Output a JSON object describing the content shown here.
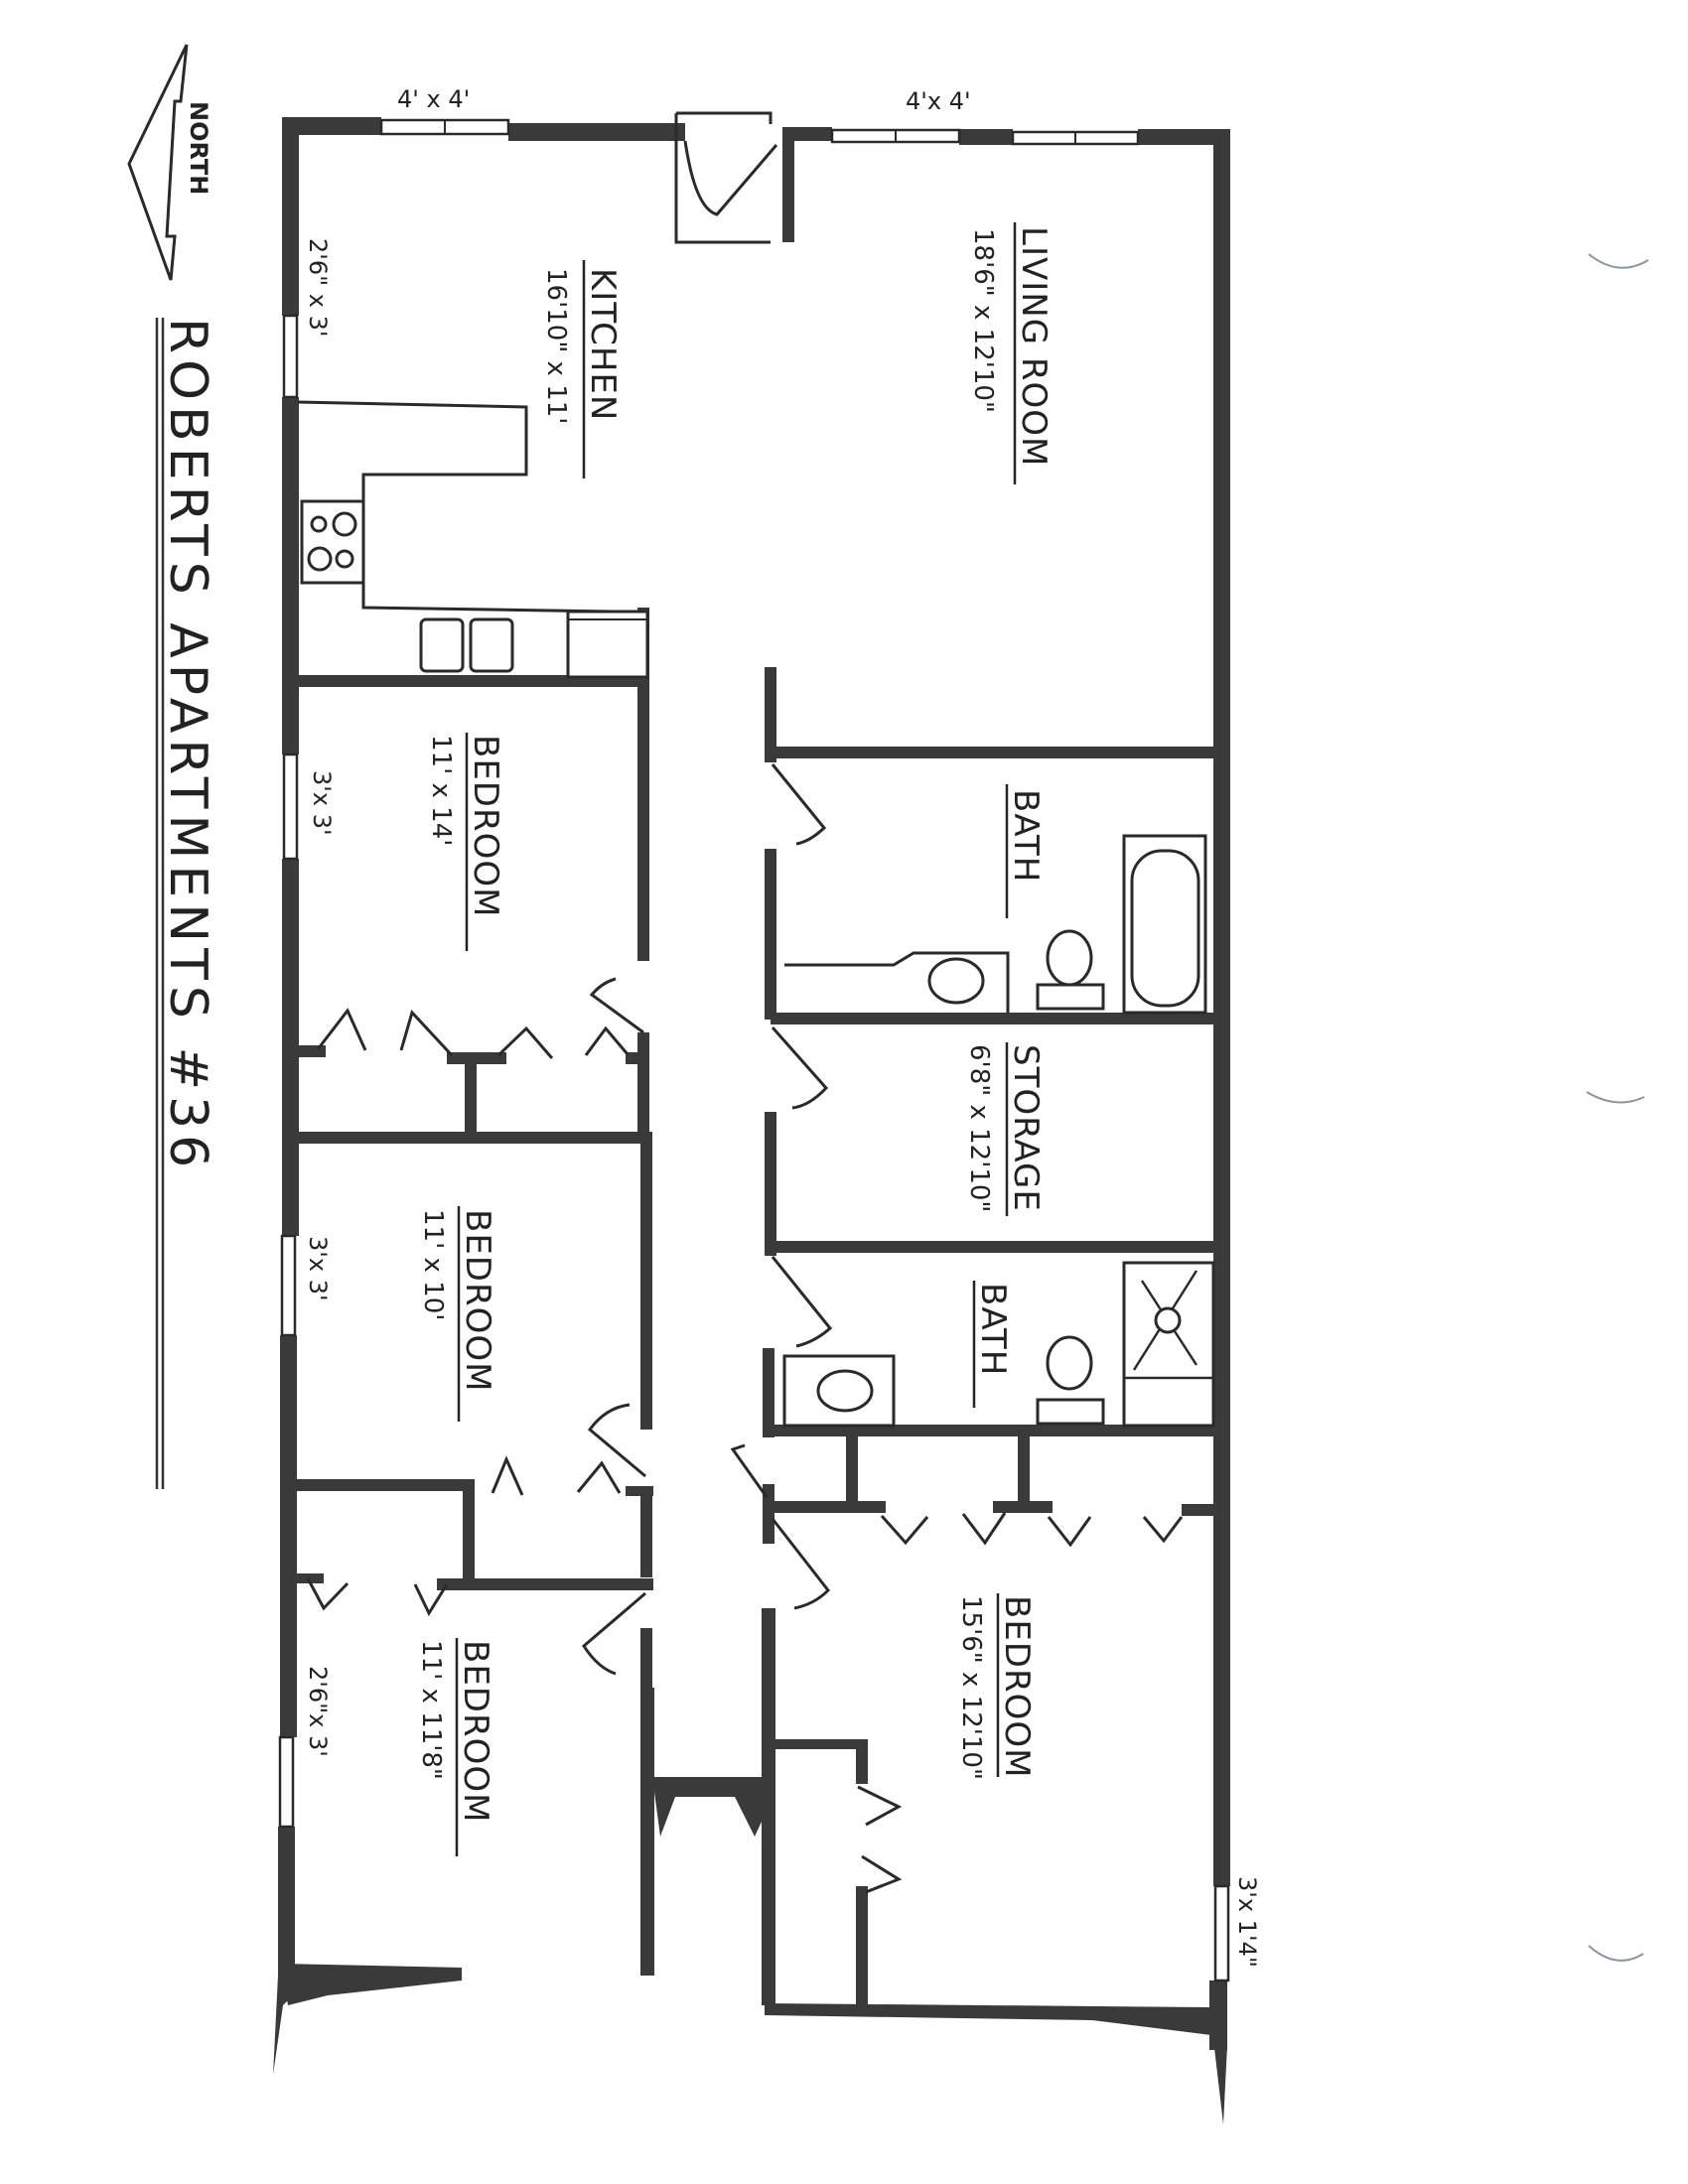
{
  "document": {
    "title": "ROBERTS APARTMENTS #36",
    "north_label": "NORTH",
    "north_icon": "north-arrow-icon"
  },
  "rooms": {
    "kitchen": {
      "name": "KITCHEN",
      "dimensions": "16'10\" x 11'"
    },
    "living_room": {
      "name": "LIVING ROOM",
      "dimensions": "18'6\" x 12'10\""
    },
    "bedroom_1": {
      "name": "BEDROOM",
      "dimensions": "11' x 14'"
    },
    "bedroom_2": {
      "name": "BEDROOM",
      "dimensions": "11' x 10'"
    },
    "bedroom_3": {
      "name": "BEDROOM",
      "dimensions": "11' x 11'8\""
    },
    "bedroom_master": {
      "name": "BEDROOM",
      "dimensions": "15'6\" x 12'10\""
    },
    "bath_1": {
      "name": "BATH"
    },
    "bath_2": {
      "name": "BATH"
    },
    "storage": {
      "name": "STORAGE",
      "dimensions": "6'8\" x 12'10\""
    }
  },
  "windows": {
    "kitchen_north": "4' x 4'",
    "living_north": "4'x 4'",
    "kitchen_west": "2'6\" x 3'",
    "bedroom_1_west": "3'x 3'",
    "bedroom_2_west": "3'x 3'",
    "bedroom_3_west": "2'6\"x 3'",
    "master_east": "3'x 1'4\""
  },
  "fixtures": {
    "range": "stove-icon",
    "sink": "double-sink-icon",
    "refrigerator": "refrigerator-icon",
    "bathtub": "bathtub-icon",
    "toilet": "toilet-icon",
    "vanity": "vanity-sink-icon",
    "shower": "shower-icon"
  }
}
